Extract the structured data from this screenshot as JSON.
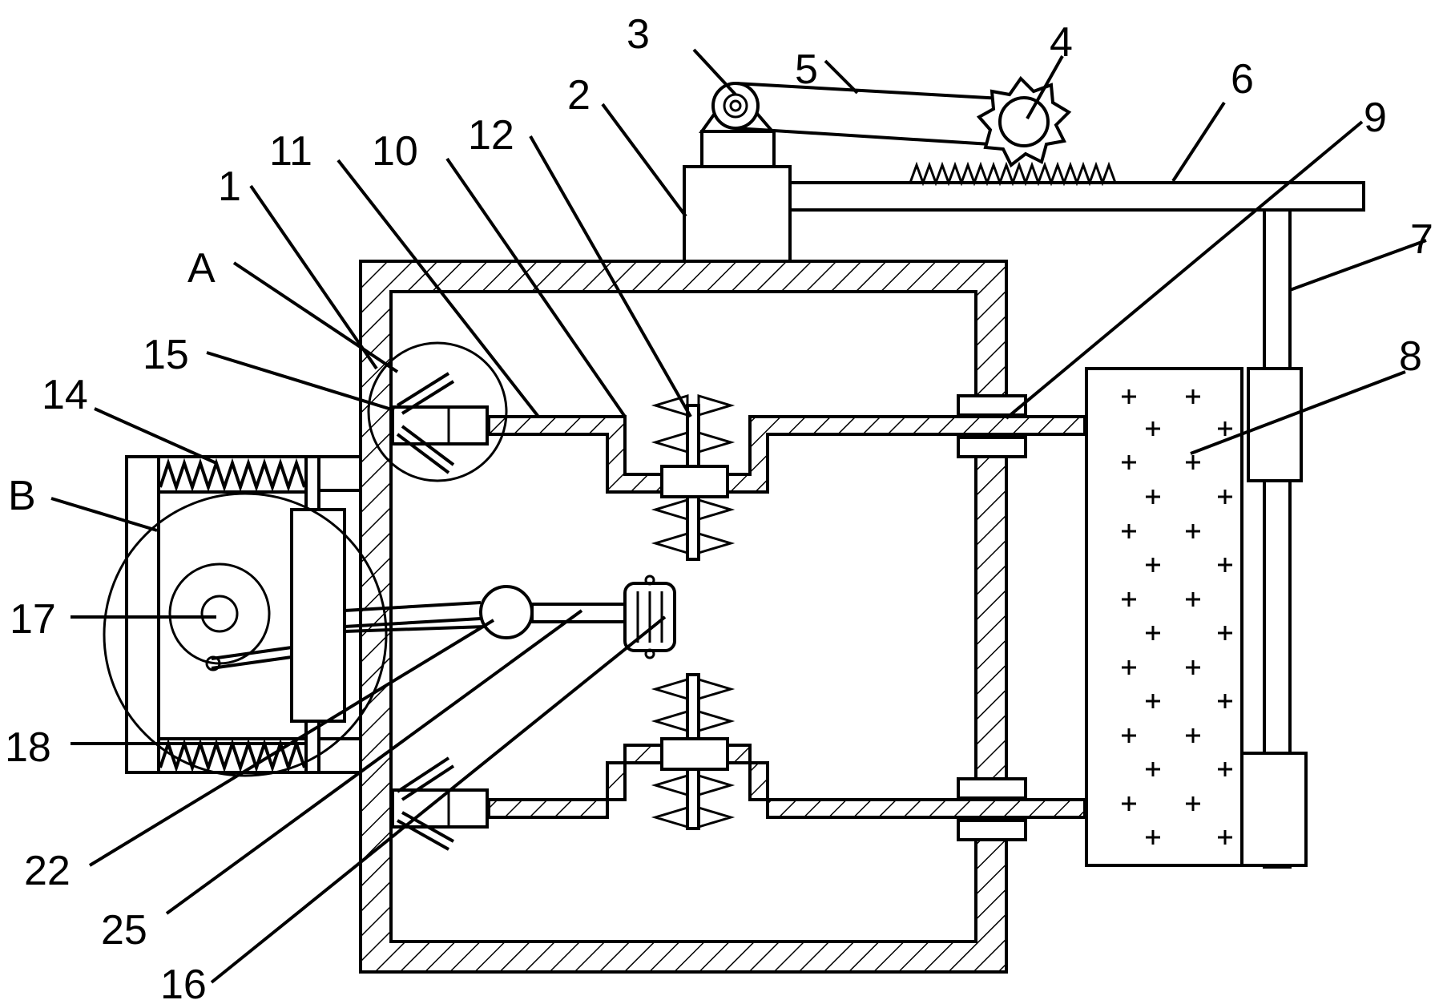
{
  "labels": {
    "l1": "1",
    "l2": "2",
    "l3": "3",
    "l4": "4",
    "l5": "5",
    "l6": "6",
    "l7": "7",
    "l8": "8",
    "l9": "9",
    "l10": "10",
    "l11": "11",
    "l12": "12",
    "l14": "14",
    "l15": "15",
    "l16": "16",
    "l17": "17",
    "l18": "18",
    "l22": "22",
    "l25": "25",
    "lA": "A",
    "lB": "B"
  },
  "colors": {
    "ink": "#000000",
    "paper": "#ffffff"
  }
}
